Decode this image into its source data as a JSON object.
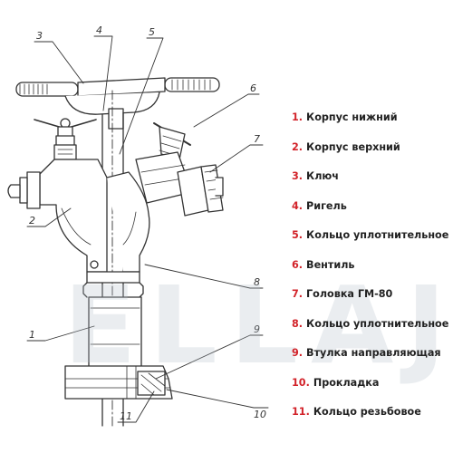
{
  "watermark": "ELLAJ",
  "callouts": [
    "1",
    "2",
    "3",
    "4",
    "5",
    "6",
    "7",
    "8",
    "9",
    "10",
    "11"
  ],
  "legend": [
    {
      "num": "1.",
      "label": "Корпус нижний"
    },
    {
      "num": "2.",
      "label": "Корпус верхний"
    },
    {
      "num": "3.",
      "label": "Ключ"
    },
    {
      "num": "4.",
      "label": "Ригель"
    },
    {
      "num": "5.",
      "label": "Кольцо уплотнительное"
    },
    {
      "num": "6.",
      "label": "Вентиль"
    },
    {
      "num": "7.",
      "label": "Головка ГМ-80"
    },
    {
      "num": "8.",
      "label": "Кольцо уплотнительное"
    },
    {
      "num": "9.",
      "label": "Втулка направляющая"
    },
    {
      "num": "10.",
      "label": "Прокладка"
    },
    {
      "num": "11.",
      "label": "Кольцо резьбовое"
    }
  ],
  "colors": {
    "number": "#d2232a",
    "text": "#222222",
    "line": "#333333"
  }
}
